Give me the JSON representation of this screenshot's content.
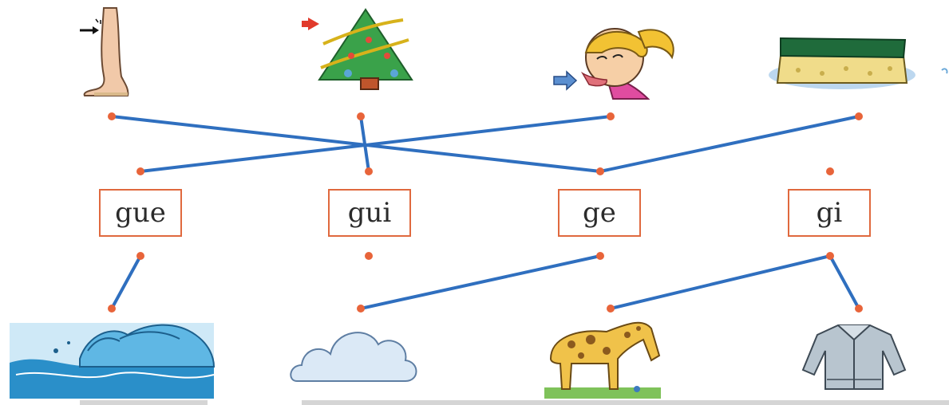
{
  "syllables": [
    {
      "id": "gue",
      "label": "gue"
    },
    {
      "id": "gui",
      "label": "gui"
    },
    {
      "id": "ge",
      "label": "ge"
    },
    {
      "id": "gi",
      "label": "gi"
    }
  ],
  "top_pictures": [
    "leg-knee",
    "christmas-tree",
    "girl-tongue",
    "wet-sponge"
  ],
  "bottom_pictures": [
    "sea-wave",
    "cloud",
    "giraffe",
    "jacket"
  ],
  "connections": [
    {
      "from": "leg-knee",
      "to": "ge"
    },
    {
      "from": "christmas-tree",
      "to": "gui"
    },
    {
      "from": "girl-tongue",
      "to": "gue"
    },
    {
      "from": "wet-sponge",
      "to": "ge"
    },
    {
      "from": "gue",
      "to": "sea-wave"
    },
    {
      "from": "ge",
      "to": "cloud"
    },
    {
      "from": "gi",
      "to": "giraffe"
    },
    {
      "from": "gi",
      "to": "jacket"
    }
  ],
  "colors": {
    "dot": "#e8643a",
    "line": "#2f6fbf",
    "box_border": "#e0693e"
  }
}
